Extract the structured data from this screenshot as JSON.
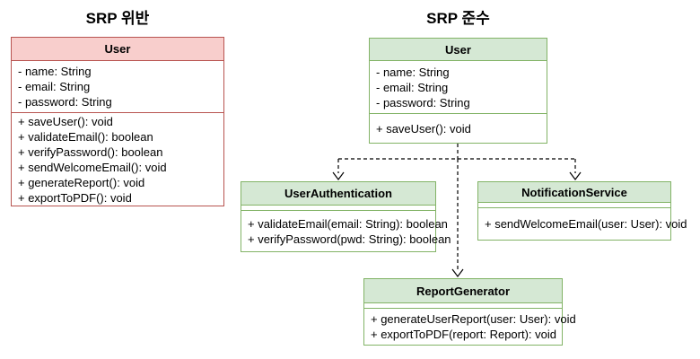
{
  "titles": {
    "violation": "SRP 위반",
    "compliance": "SRP 준수"
  },
  "violation_class": {
    "name": "User",
    "attributes": [
      "- name: String",
      "- email: String",
      "- password: String"
    ],
    "methods": [
      "+ saveUser(): void",
      "+ validateEmail(): boolean",
      "+ verifyPassword(): boolean",
      "+ sendWelcomeEmail(): void",
      "+ generateReport(): void",
      "+ exportToPDF(): void"
    ]
  },
  "compliance_classes": {
    "user": {
      "name": "User",
      "attributes": [
        "- name: String",
        "- email: String",
        "- password: String"
      ],
      "methods": [
        "+ saveUser(): void"
      ]
    },
    "user_authentication": {
      "name": "UserAuthentication",
      "methods": [
        "+ validateEmail(email: String): boolean",
        "+ verifyPassword(pwd: String): boolean"
      ]
    },
    "notification_service": {
      "name": "NotificationService",
      "methods": [
        "+ sendWelcomeEmail(user: User): void"
      ]
    },
    "report_generator": {
      "name": "ReportGenerator",
      "methods": [
        "+ generateUserReport(user: User): void",
        "+ exportToPDF(report: Report): void"
      ]
    }
  },
  "colors": {
    "violation_fill": "#f8cecc",
    "violation_stroke": "#b85450",
    "compliance_fill": "#d5e8d4",
    "compliance_stroke": "#82b366",
    "connector": "#000000",
    "text": "#000000",
    "background": "#ffffff"
  }
}
